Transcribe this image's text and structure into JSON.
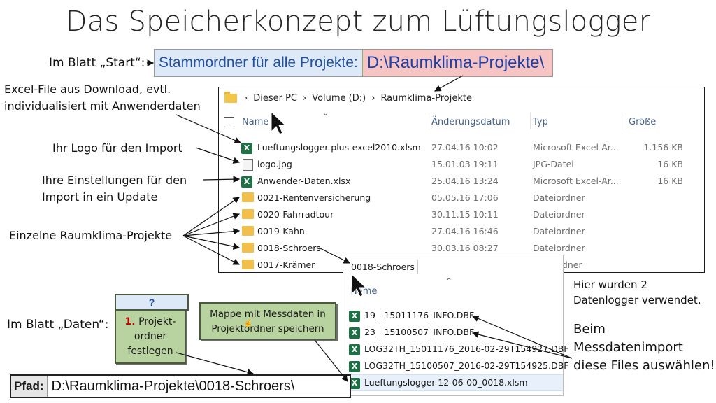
{
  "title": "Das Speicherkonzept zum Lüftungslogger",
  "start": {
    "label": "Im Blatt „Start“:",
    "field_label": "Stammordner für alle Projekte:",
    "field_value": "D:\\Raumklima-Projekte\\"
  },
  "notes": {
    "excel_line1": "Excel-File aus Download, evtl.",
    "excel_line2": "individualisiert mit Anwenderdaten",
    "logo": "Ihr Logo für den Import",
    "settings_line1": "Ihre Einstellungen für den",
    "settings_line2": "Import in ein Update",
    "projects": "Einzelne Raumklima-Projekte",
    "loggers_line1": "Hier wurden 2",
    "loggers_line2": "Datenlogger verwendet.",
    "import_line1": "Beim",
    "import_line2": "Messdatenimport",
    "import_line3": "diese Files auswählen!",
    "daten": "Im Blatt „Daten“:"
  },
  "explorer": {
    "breadcrumb": [
      "Dieser PC",
      "Volume (D:)",
      "Raumklima-Projekte"
    ],
    "columns": {
      "name": "Name",
      "date": "Änderungsdatum",
      "type": "Typ",
      "size": "Größe"
    },
    "rows": [
      {
        "icon": "excel-icon",
        "name": "Lueftungslogger-plus-excel2010.xlsm",
        "date": "27.04.16 10:02",
        "type": "Microsoft Excel-Ar...",
        "size": "1.156 KB"
      },
      {
        "icon": "image-icon",
        "name": "logo.jpg",
        "date": "15.01.03 19:11",
        "type": "JPG-Datei",
        "size": "16 KB"
      },
      {
        "icon": "excel-icon",
        "name": "Anwender-Daten.xlsx",
        "date": "25.04.16 13:24",
        "type": "Microsoft Excel-Ar...",
        "size": "16 KB"
      },
      {
        "icon": "folder-icon",
        "name": "0021-Rentenversicherung",
        "date": "05.05.16 17:06",
        "type": "Dateiordner",
        "size": ""
      },
      {
        "icon": "folder-icon",
        "name": "0020-Fahrradtour",
        "date": "30.11.15 10:11",
        "type": "Dateiordner",
        "size": ""
      },
      {
        "icon": "folder-icon",
        "name": "0019-Kahn",
        "date": "27.04.16 16:46",
        "type": "Dateiordner",
        "size": ""
      },
      {
        "icon": "folder-icon",
        "name": "0018-Schroers",
        "date": "30.03.16 08:27",
        "type": "Dateiordner",
        "size": ""
      },
      {
        "icon": "folder-icon",
        "name": "0017-Krämer",
        "date": "",
        "type": "rdner",
        "size": ""
      }
    ]
  },
  "subfolder": {
    "path": "0018-Schroers",
    "column": "Name",
    "files": [
      {
        "icon": "excel-icon",
        "name": "19__15011176_INFO.DBF"
      },
      {
        "icon": "excel-icon",
        "name": "23__15100507_INFO.DBF"
      },
      {
        "icon": "excel-icon",
        "name": "LOG32TH_15011176_2016-02-29T154927.DBF"
      },
      {
        "icon": "excel-icon",
        "name": "LOG32TH_15100507_2016-02-29T154925.DBF"
      },
      {
        "icon": "excel-icon",
        "name": "Lueftungslogger-12-06-00_0018.xlsm"
      }
    ]
  },
  "buttons": {
    "help": "?",
    "step_number": "1.",
    "step_text1": "Projekt-",
    "step_text2": "ordner",
    "step_text3": "festlegen",
    "save_line1": "Mappe mit Messdaten in",
    "save_line2": "Projektordner speichern"
  },
  "path_bar": {
    "label": "Pfad:",
    "value": "D:\\Raumklima-Projekte\\0018-Schroers\\"
  },
  "colors": {
    "excel_green": "#1e7145",
    "button_green": "#b9d3a0",
    "step_red": "#c00000",
    "value_pink": "#f7c4c4",
    "label_blue": "#dde9f7"
  }
}
